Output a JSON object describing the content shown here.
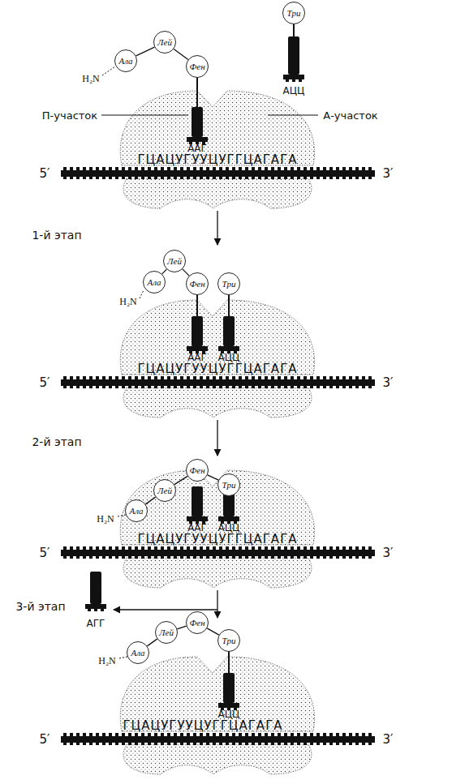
{
  "diagram": {
    "nodes": [
      {
        "text": [
          "Ала"
        ]
      },
      {
        "text": [
          "Лей"
        ]
      },
      {
        "text": [
          "Фен"
        ]
      },
      {
        "text": [
          "Три"
        ]
      },
      {
        "text": [
          "Ала"
        ]
      },
      {
        "text": [
          "Лей"
        ]
      },
      {
        "text": [
          "Фен"
        ]
      },
      {
        "text": [
          "Три"
        ]
      },
      {
        "text": [
          "Ала"
        ]
      },
      {
        "text": [
          "Лей"
        ]
      },
      {
        "text": [
          "Фен"
        ]
      },
      {
        "text": [
          "Три"
        ]
      },
      {
        "text": [
          "Ала"
        ]
      },
      {
        "text": [
          "Лей"
        ]
      },
      {
        "text": [
          "Фен"
        ]
      },
      {
        "text": [
          "Три"
        ]
      }
    ],
    "edges": [
      {
        "from": 0,
        "to": 1,
        "arrow": "none"
      },
      {
        "from": 1,
        "to": 2,
        "arrow": "none"
      },
      {
        "from": 4,
        "to": 5,
        "arrow": "none"
      },
      {
        "from": 5,
        "to": 6,
        "arrow": "none"
      },
      {
        "from": 8,
        "to": 9,
        "arrow": "none"
      },
      {
        "from": 9,
        "to": 10,
        "arrow": "none"
      },
      {
        "from": 10,
        "to": 11,
        "arrow": "none"
      },
      {
        "from": 12,
        "to": 13,
        "arrow": "none"
      },
      {
        "from": 13,
        "to": 14,
        "arrow": "none"
      },
      {
        "from": 14,
        "to": 15,
        "arrow": "none"
      }
    ],
    "labels": [
      "H₂N",
      "АЦЦ",
      "П-участок",
      "А-участок",
      "ААГ",
      "ГЦАЦУГУУЦУГГЦАГАГА",
      "5′",
      "3′",
      "1-й этап",
      "H₂N",
      "ААГ",
      "АЦЦ",
      "ГЦАЦУГУУЦУГГЦАГАГА",
      "5′",
      "3′",
      "2-й этап",
      "H₂N",
      "ААГ",
      "АЦЦ",
      "ГЦАЦУГУУЦУГГЦАГАГА",
      "5′",
      "3′",
      "3-й этап",
      "АГГ",
      "H₂N",
      "АЦЦ",
      "ГЦАЦУГУУЦУГГЦАГАГА",
      "5′",
      "3′"
    ]
  }
}
